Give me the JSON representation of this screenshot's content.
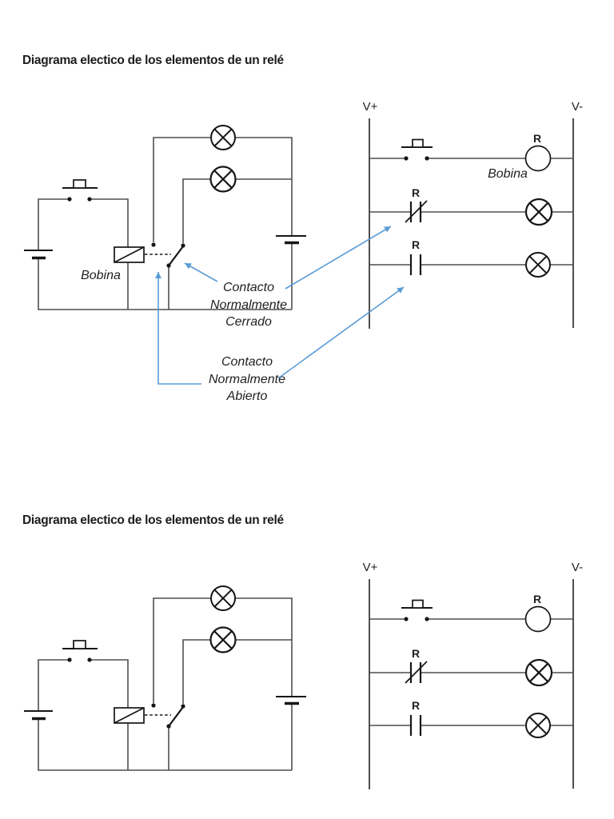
{
  "colors": {
    "wire": "#4f4f4f",
    "symbol": "#161616",
    "lamp_on": "#ffff00",
    "lamp_off": "#ffffff",
    "annotation": "#5b9bd5",
    "text": "#1f1f1f"
  },
  "section1": {
    "title": "Diagrama electico de los elementos de un relé",
    "schematic": {
      "coil_label": "Bobina",
      "lamp_top_state": "off",
      "lamp_bottom_state": "on"
    },
    "ladder": {
      "vplus": "V+",
      "vminus": "V-",
      "row1": {
        "label": "R",
        "coil_label": "Bobina",
        "contact": "push-button",
        "load": "relay-coil"
      },
      "row2": {
        "label": "R",
        "contact": "normally-closed",
        "load": "lamp-on"
      },
      "row3": {
        "label": "R",
        "contact": "normally-open",
        "load": "lamp-off"
      }
    },
    "annotations": {
      "nc": {
        "line1": "Contacto",
        "line2": "Normalmente",
        "line3": "Cerrado"
      },
      "no": {
        "line1": "Contacto",
        "line2": "Normalmente",
        "line3": "Abierto"
      }
    }
  },
  "section2": {
    "title": "Diagrama electico de los elementos de un relé",
    "ladder": {
      "vplus": "V+",
      "vminus": "V-",
      "row1": {
        "label": "R",
        "contact": "push-button",
        "load": "relay-coil"
      },
      "row2": {
        "label": "R",
        "contact": "normally-closed",
        "load": "lamp-on"
      },
      "row3": {
        "label": "R",
        "contact": "normally-open",
        "load": "lamp-off"
      }
    }
  }
}
